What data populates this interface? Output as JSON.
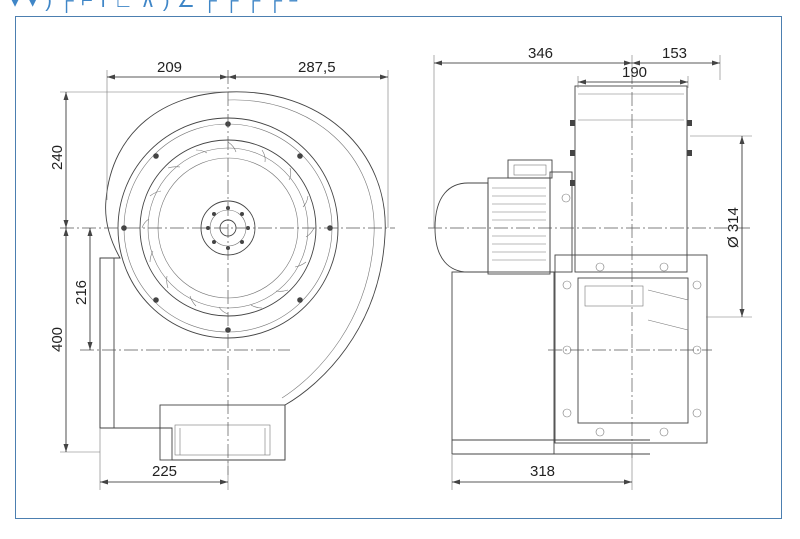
{
  "header": {
    "text": "▾ ▾ ) ┌ ⌐ ı ∟ ∧ ) ∠ ┌ ┌ ┌ ┌ ┘"
  },
  "front_view": {
    "dim_top_left": "209",
    "dim_top_right": "287,5",
    "dim_left_upper": "240",
    "dim_left_mid": "216",
    "dim_left_lower": "400",
    "dim_bottom": "225"
  },
  "side_view": {
    "dim_top_overall": "346",
    "dim_top_right": "153",
    "dim_top_inner": "190",
    "dim_diameter": "Ø 314",
    "dim_bottom": "318"
  },
  "colors": {
    "frame": "#4c7fb0",
    "header": "#3f86c7",
    "line": "#444444"
  }
}
